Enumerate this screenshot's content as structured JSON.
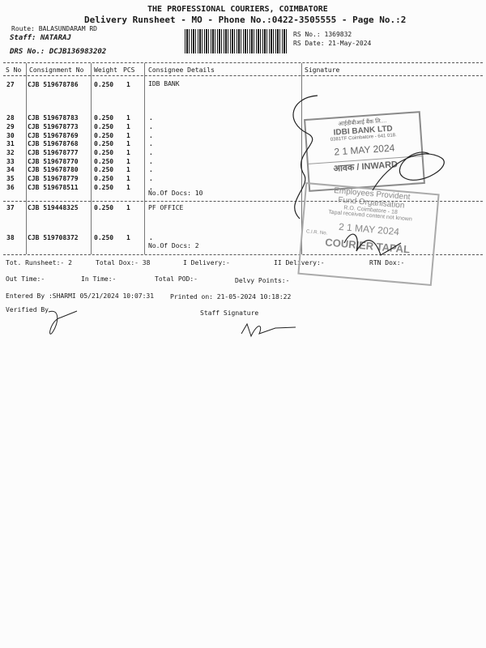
{
  "header": {
    "company": "THE PROFESSIONAL COURIERS, COIMBATORE",
    "subtitle": "Delivery Runsheet - MO - Phone No.:0422-3505555 - Page No.:2",
    "route": "Route: BALASUNDARAM RD",
    "staff": "Staff: NATARAJ",
    "drs": "DRS No.: DCJB136983202",
    "rs_no": "RS No.: 1369832",
    "rs_date": "RS Date: 21-May-2024"
  },
  "columns": [
    "S No",
    "Consignment No",
    "Weight",
    "PCS",
    "Consignee Details",
    "Signature"
  ],
  "groups": [
    {
      "consignee": "IDB BANK",
      "docs": "No.Of Docs: 10",
      "rows": [
        {
          "sno": "27",
          "cn": "CJB 519678786",
          "wt": "0.250",
          "pcs": "1",
          "det": ""
        },
        {
          "sno": "28",
          "cn": "CJB 519678783",
          "wt": "0.250",
          "pcs": "1",
          "det": "."
        },
        {
          "sno": "29",
          "cn": "CJB 519678773",
          "wt": "0.250",
          "pcs": "1",
          "det": "."
        },
        {
          "sno": "30",
          "cn": "CJB 519678769",
          "wt": "0.250",
          "pcs": "1",
          "det": "."
        },
        {
          "sno": "31",
          "cn": "CJB 519678768",
          "wt": "0.250",
          "pcs": "1",
          "det": "."
        },
        {
          "sno": "32",
          "cn": "CJB 519678777",
          "wt": "0.250",
          "pcs": "1",
          "det": "."
        },
        {
          "sno": "33",
          "cn": "CJB 519678770",
          "wt": "0.250",
          "pcs": "1",
          "det": "."
        },
        {
          "sno": "34",
          "cn": "CJB 519678780",
          "wt": "0.250",
          "pcs": "1",
          "det": "."
        },
        {
          "sno": "35",
          "cn": "CJB 519678779",
          "wt": "0.250",
          "pcs": "1",
          "det": "."
        },
        {
          "sno": "36",
          "cn": "CJB 519678511",
          "wt": "0.250",
          "pcs": "1",
          "det": "."
        }
      ]
    },
    {
      "consignee": "PF OFFICE",
      "docs": "No.Of Docs: 2",
      "rows": [
        {
          "sno": "37",
          "cn": "CJB 519448325",
          "wt": "0.250",
          "pcs": "1",
          "det": ""
        },
        {
          "sno": "38",
          "cn": "CJB 519708372",
          "wt": "0.250",
          "pcs": "1",
          "det": "."
        }
      ]
    }
  ],
  "footer": {
    "tot_runsheet": "Tot. Runsheet:- 2",
    "total_dox": "Total Dox:-   38",
    "i_delivery": "I Delivery:-",
    "ii_delivery": "II Delivery:-",
    "rtn_dox": "RTN Dox:-",
    "out_time": "Out Time:-",
    "in_time": "In Time:-",
    "total_pod": "Total POD:-",
    "delvy_points": "Delvy Points:-",
    "entered_by": "Entered By :SHARMI 05/21/2024 10:07:31",
    "printed_on": "Printed on: 21-05-2024 10:18:22",
    "verified_by": "Verified By",
    "staff_signature": "Staff Signature"
  },
  "stamps": {
    "idbi": {
      "hindi": "आईडीबीआई बैंक लि....",
      "name": "IDBI BANK LTD",
      "branch": "0381TF Coimbatore - 641 018.",
      "date": "2 1 MAY 2024",
      "inward": "आवक / INWARD"
    },
    "epfo": {
      "l1": "Employees Provident",
      "l2": "Fund Organisation",
      "l3": "R.O. Coimbatore - 18",
      "l4": "Tapal received content not known",
      "date": "2 1 MAY 2024",
      "l5": "C.I.R. No.",
      "l6": "COURIER TAPAL"
    }
  }
}
